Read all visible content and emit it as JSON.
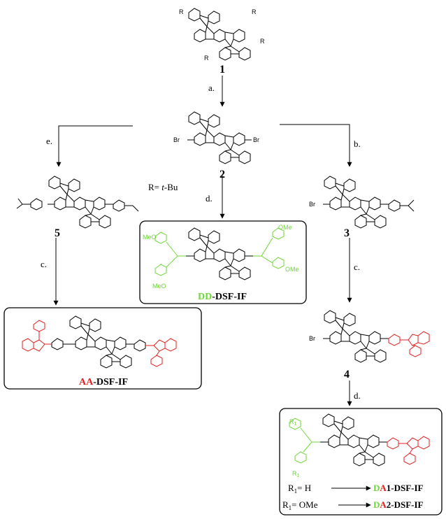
{
  "compounds": {
    "c1": "1",
    "c2": "2",
    "c3": "3",
    "c4": "4",
    "c5": "5"
  },
  "steps": {
    "a": "a.",
    "b": "b.",
    "c_left": "c.",
    "c_right": "c.",
    "d_mid": "d.",
    "d_right": "d.",
    "e": "e."
  },
  "r_def": {
    "prefix": "R= ",
    "value": "t",
    "suffix": "-Bu"
  },
  "substituents": {
    "R": "R",
    "Br": "Br",
    "MeO": "MeO",
    "OMe": "OMe",
    "R1": "R",
    "R1_sub": "1"
  },
  "products": {
    "dd": {
      "colored": "DD",
      "rest": "-DSF-IF"
    },
    "aa": {
      "colored": "AA",
      "rest": "-DSF-IF"
    },
    "da1": {
      "d": "D",
      "a": "A",
      "num": "1",
      "rest": "-DSF-IF",
      "cond_r": "R",
      "cond_sub": "1",
      "cond_eq": "= H"
    },
    "da2": {
      "d": "D",
      "a": "A",
      "num": "2",
      "rest": "-DSF-IF",
      "cond_r": "R",
      "cond_sub": "1",
      "cond_eq": "= OMe"
    }
  },
  "colors": {
    "donor": "#6fd63a",
    "acceptor": "#e02020",
    "ink": "#000000"
  }
}
